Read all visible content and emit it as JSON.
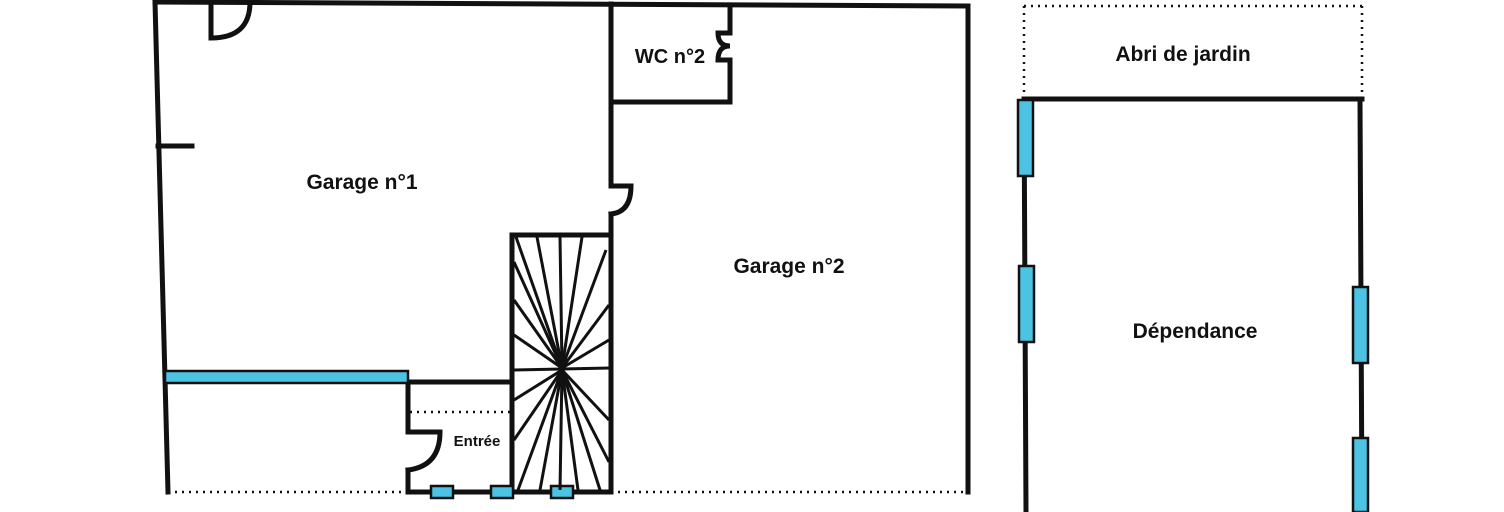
{
  "rooms": {
    "garage1": "Garage n°1",
    "garage2": "Garage n°2",
    "wc2": "WC n°2",
    "entree": "Entrée",
    "abri": "Abri de jardin",
    "dependance": "Dépendance"
  },
  "colors": {
    "wall": "#111111",
    "window": "#4cc3e3",
    "background": "#ffffff"
  },
  "icons": [
    "door-swing-icon",
    "window-icon",
    "stair-icon"
  ]
}
